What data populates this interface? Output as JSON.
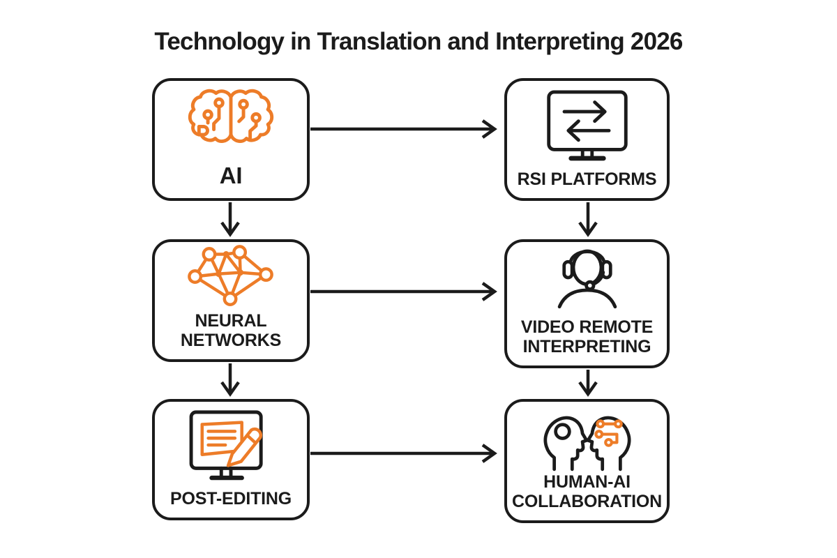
{
  "title": "Technology in Translation and Interpreting 2026",
  "colors": {
    "accent_orange": "#ED7C28",
    "ink_black": "#1B1B1B",
    "background": "#FFFFFF"
  },
  "diagram": {
    "nodes": [
      {
        "id": "ai",
        "label": "AI",
        "icon": "brain-circuit-icon"
      },
      {
        "id": "rsi",
        "label": "RSI PLATFORMS",
        "icon": "monitor-exchange-arrows-icon"
      },
      {
        "id": "nn",
        "label": "NEURAL\nNETWORKS",
        "icon": "neural-network-icon"
      },
      {
        "id": "vri",
        "label": "VIDEO REMOTE\nINTERPRETING",
        "icon": "headset-person-icon"
      },
      {
        "id": "pe",
        "label": "POST-EDITING",
        "icon": "monitor-document-pencil-icon"
      },
      {
        "id": "hac",
        "label": "HUMAN-AI\nCOLLABORATION",
        "icon": "human-ai-heads-icon"
      }
    ],
    "edges": [
      {
        "from": "AI",
        "to": "RSI PLATFORMS",
        "direction": "right"
      },
      {
        "from": "AI",
        "to": "NEURAL NETWORKS",
        "direction": "down"
      },
      {
        "from": "RSI PLATFORMS",
        "to": "VIDEO REMOTE INTERPRETING",
        "direction": "down"
      },
      {
        "from": "NEURAL NETWORKS",
        "to": "VIDEO REMOTE INTERPRETING",
        "direction": "right"
      },
      {
        "from": "NEURAL NETWORKS",
        "to": "POST-EDITING",
        "direction": "down"
      },
      {
        "from": "VIDEO REMOTE INTERPRETING",
        "to": "HUMAN-AI COLLABORATION",
        "direction": "down"
      },
      {
        "from": "POST-EDITING",
        "to": "HUMAN-AI COLLABORATION",
        "direction": "right"
      }
    ]
  }
}
